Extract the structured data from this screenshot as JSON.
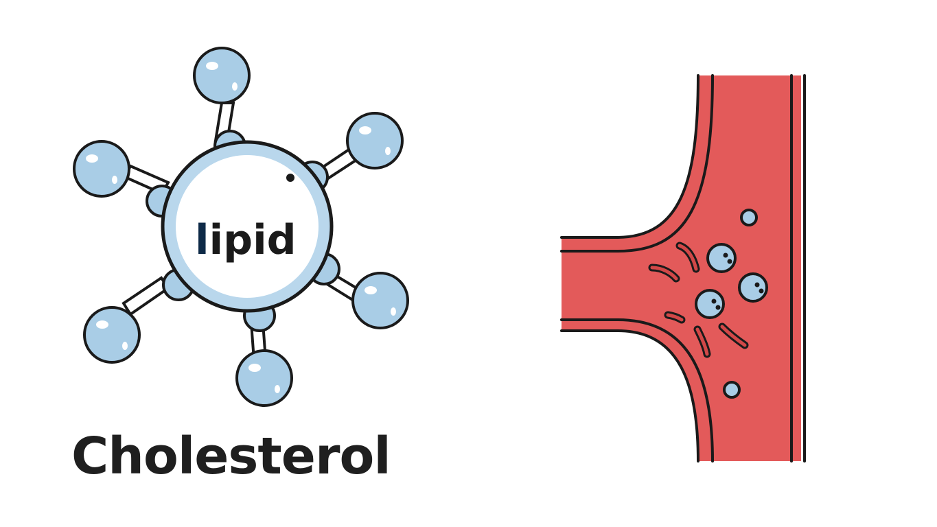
{
  "molecule": {
    "center_label_initial": "l",
    "center_label_rest": "ipid"
  },
  "caption": "Cholesterol",
  "colors": {
    "outline": "#1a1a1a",
    "atom_fill": "#a9cde6",
    "atom_highlight": "#ffffff",
    "core_ring": "#b9d7ec",
    "initial_letter": "#0e2a47",
    "vessel_fill": "#e35a5a",
    "particle_fill": "#a9cde6"
  }
}
